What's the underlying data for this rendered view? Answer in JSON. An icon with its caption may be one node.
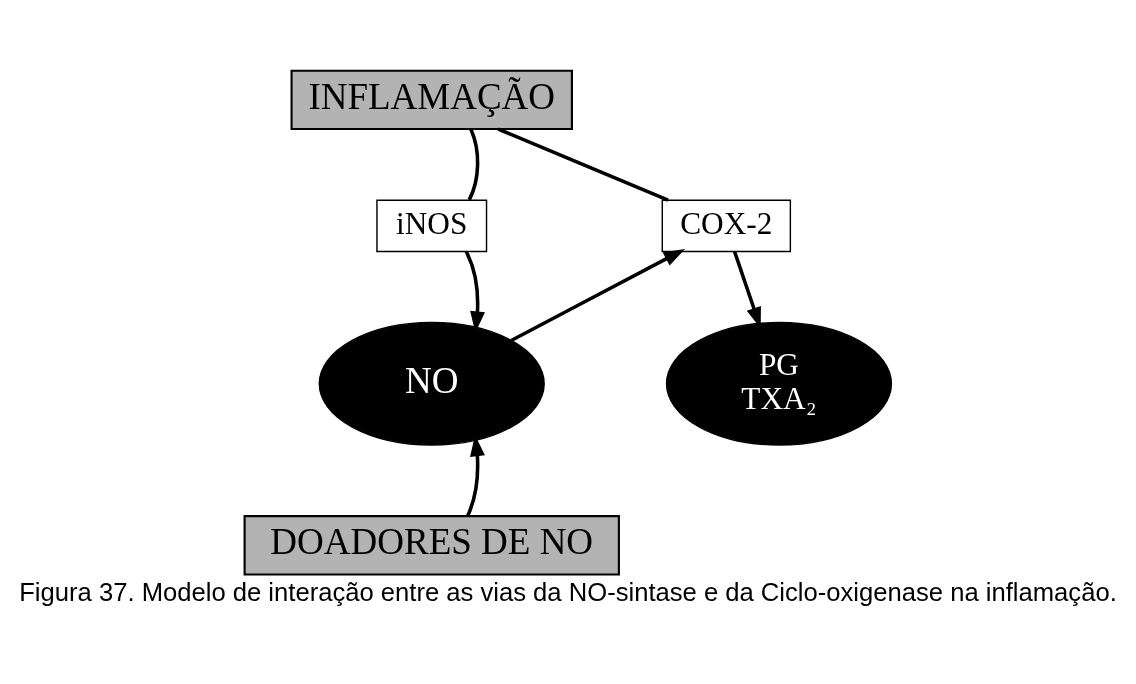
{
  "diagram": {
    "caption": "Figura 37. Modelo de interação entre as vias da NO-sintase e da Ciclo-oxigenase na inflamação.",
    "nodes": [
      {
        "text": [
          "INFLAMAÇÃO"
        ]
      },
      {
        "text": [
          "iNOS"
        ]
      },
      {
        "text": [
          "COX-2"
        ]
      },
      {
        "text": [
          "NO"
        ]
      },
      {
        "text": [
          "PG",
          "TXA₂"
        ]
      },
      {
        "text": [
          "DOADORES DE NO"
        ]
      }
    ],
    "edges": [
      {
        "from": 0,
        "to": 1,
        "arrow": "none"
      },
      {
        "from": 0,
        "to": 2,
        "arrow": "none"
      },
      {
        "from": 1,
        "to": 3,
        "arrow": "to"
      },
      {
        "from": 3,
        "to": 2,
        "arrow": "to"
      },
      {
        "from": 2,
        "to": 4,
        "arrow": "to"
      },
      {
        "from": 5,
        "to": 3,
        "arrow": "to"
      }
    ]
  }
}
